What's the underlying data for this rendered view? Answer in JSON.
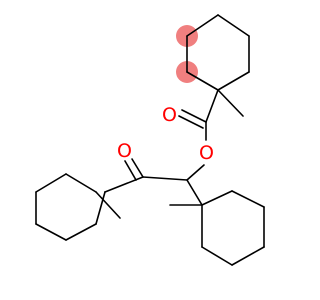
{
  "structure": {
    "colors": {
      "bond": "#000000",
      "oxygen": "#ff0000",
      "highlight": "#f07f7f",
      "background": "#ffffff"
    },
    "atoms": [
      {
        "id": "carbonyl-oxygen",
        "label": "O",
        "element": "O"
      },
      {
        "id": "ester-oxygen",
        "label": "O",
        "element": "O"
      },
      {
        "id": "ketone-oxygen",
        "label": "O",
        "element": "O"
      }
    ],
    "highlighted_atoms": 2
  }
}
